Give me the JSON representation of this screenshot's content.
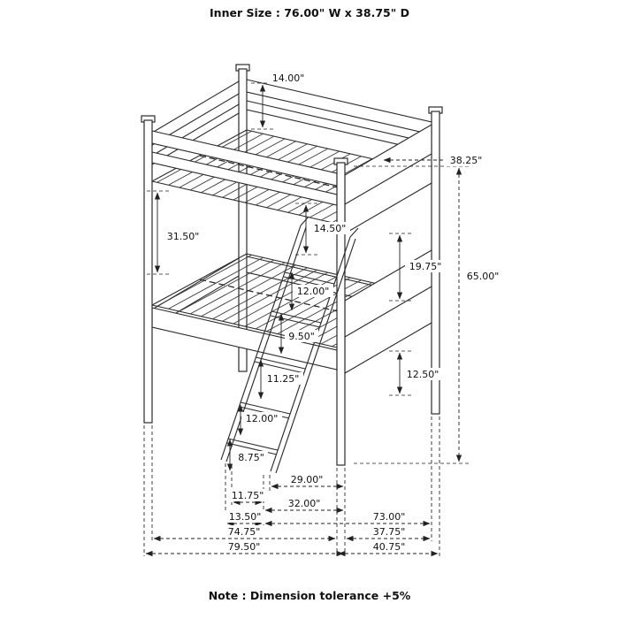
{
  "header": {
    "inner_size_label": "Inner Size : 76.00\" W x  38.75\" D"
  },
  "footer": {
    "note": "Note : Dimension tolerance +5%"
  },
  "diagram": {
    "title": "bunk-bed-dimension-diagram",
    "dims": {
      "guardrail_height": "14.00\"",
      "upper_bunk_depth": "38.25\"",
      "bunk_clearance_left": "31.50\"",
      "rail_to_mattress": "14.50\"",
      "bunk_gap_right": "19.75\"",
      "overall_height": "65.00\"",
      "ladder_step_1": "12.00\"",
      "ladder_step_2": "9.50\"",
      "ladder_step_3": "11.25\"",
      "ladder_step_4": "12.00\"",
      "ladder_step_5": "8.75\"",
      "under_bed_clearance": "12.50\"",
      "ladder_span_top": "29.00\"",
      "ladder_foot_offset": "11.75\"",
      "ladder_span_floor": "32.00\"",
      "ladder_foot_width": "13.50\"",
      "slat_length": "73.00\"",
      "frame_length": "74.75\"",
      "frame_depth": "37.75\"",
      "overall_length": "79.50\"",
      "overall_depth": "40.75\""
    }
  }
}
